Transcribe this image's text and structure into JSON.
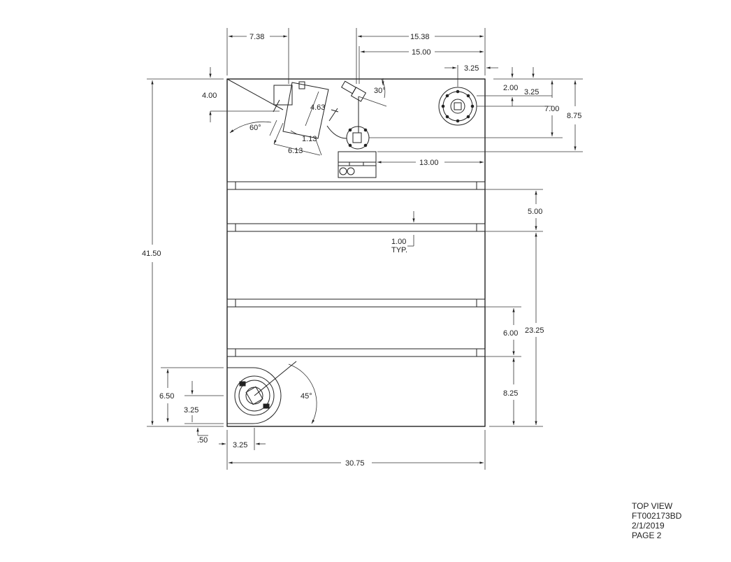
{
  "dimensions": {
    "d_7_38": "7.38",
    "d_15_38": "15.38",
    "d_15_00": "15.00",
    "d_3_25_top": "3.25",
    "d_4_00": "4.00",
    "d_2_00": "2.00",
    "d_3_25_right": "3.25",
    "d_7_00": "7.00",
    "d_8_75": "8.75",
    "d_30deg": "30°",
    "d_60deg": "60°",
    "d_4_63": "4.63",
    "d_1_13": "1.13",
    "d_6_13": "6.13",
    "d_13_00": "13.00",
    "d_41_50": "41.50",
    "d_5_00": "5.00",
    "d_1_00": "1.00",
    "d_typ": "TYP.",
    "d_6_00": "6.00",
    "d_23_25": "23.25",
    "d_8_25": "8.25",
    "d_6_50": "6.50",
    "d_3_25_left": "3.25",
    "d_45deg": "45°",
    "d_050": ".50",
    "d_3_25_bottom": "3.25",
    "d_30_75": "30.75"
  },
  "title_block": {
    "view": "TOP VIEW",
    "part_number": "FT002173BD",
    "date": "2/1/2019",
    "page": "PAGE 2"
  }
}
